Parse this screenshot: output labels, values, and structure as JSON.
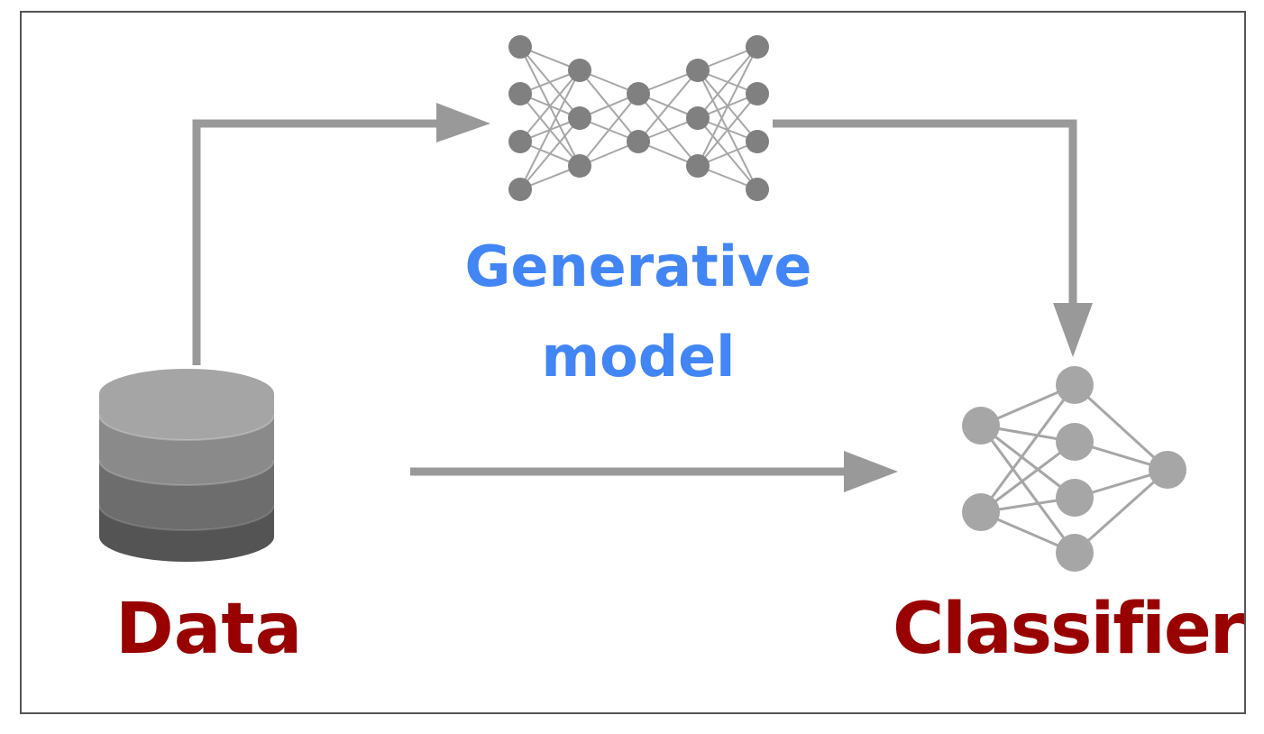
{
  "generative_model": {
    "label_line1": "Generative",
    "label_line2": "model",
    "label_color": "#4285f4",
    "node_color": "#808080",
    "edge_color": "#a6a6a6"
  },
  "data": {
    "label": "Data",
    "label_color": "#990000",
    "cylinder_colors": [
      "#a5a5a5",
      "#8a8a8a",
      "#6d6d6d",
      "#545454"
    ]
  },
  "classifier": {
    "label": "Classifier",
    "label_color": "#990000",
    "node_color": "#a6a6a6",
    "edge_color": "#a6a6a6"
  },
  "arrows": {
    "color": "#999999"
  }
}
